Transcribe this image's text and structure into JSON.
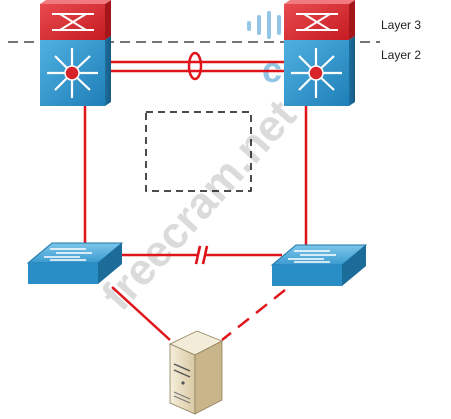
{
  "labels": {
    "layer3": "Layer 3",
    "layer2": "Layer 2"
  },
  "watermark": {
    "text": "freecram.net",
    "brand_text": "cisco",
    "color": "#5aa9d6"
  },
  "colors": {
    "link": "#e0151b",
    "device_blue": "#2a8ec6",
    "device_red": "#d7242b",
    "server": "#e8dcc0"
  },
  "diagram": {
    "nodes": [
      {
        "id": "dist-switch-left",
        "type": "multilayer-switch"
      },
      {
        "id": "dist-switch-right",
        "type": "multilayer-switch"
      },
      {
        "id": "access-switch-left",
        "type": "workgroup-switch"
      },
      {
        "id": "access-switch-right",
        "type": "workgroup-switch"
      },
      {
        "id": "server",
        "type": "server"
      }
    ],
    "links": [
      {
        "from": "dist-switch-left",
        "to": "dist-switch-right",
        "style": "double",
        "etherchannel": true
      },
      {
        "from": "dist-switch-left",
        "to": "access-switch-left",
        "style": "solid"
      },
      {
        "from": "dist-switch-right",
        "to": "access-switch-right",
        "style": "solid"
      },
      {
        "from": "access-switch-left",
        "to": "access-switch-right",
        "style": "solid",
        "blocked": true
      },
      {
        "from": "access-switch-left",
        "to": "server",
        "style": "solid"
      },
      {
        "from": "access-switch-right",
        "to": "server",
        "style": "dashed"
      }
    ],
    "boundary": "dashed-line",
    "placeholder_box": "dashed-rectangle"
  }
}
